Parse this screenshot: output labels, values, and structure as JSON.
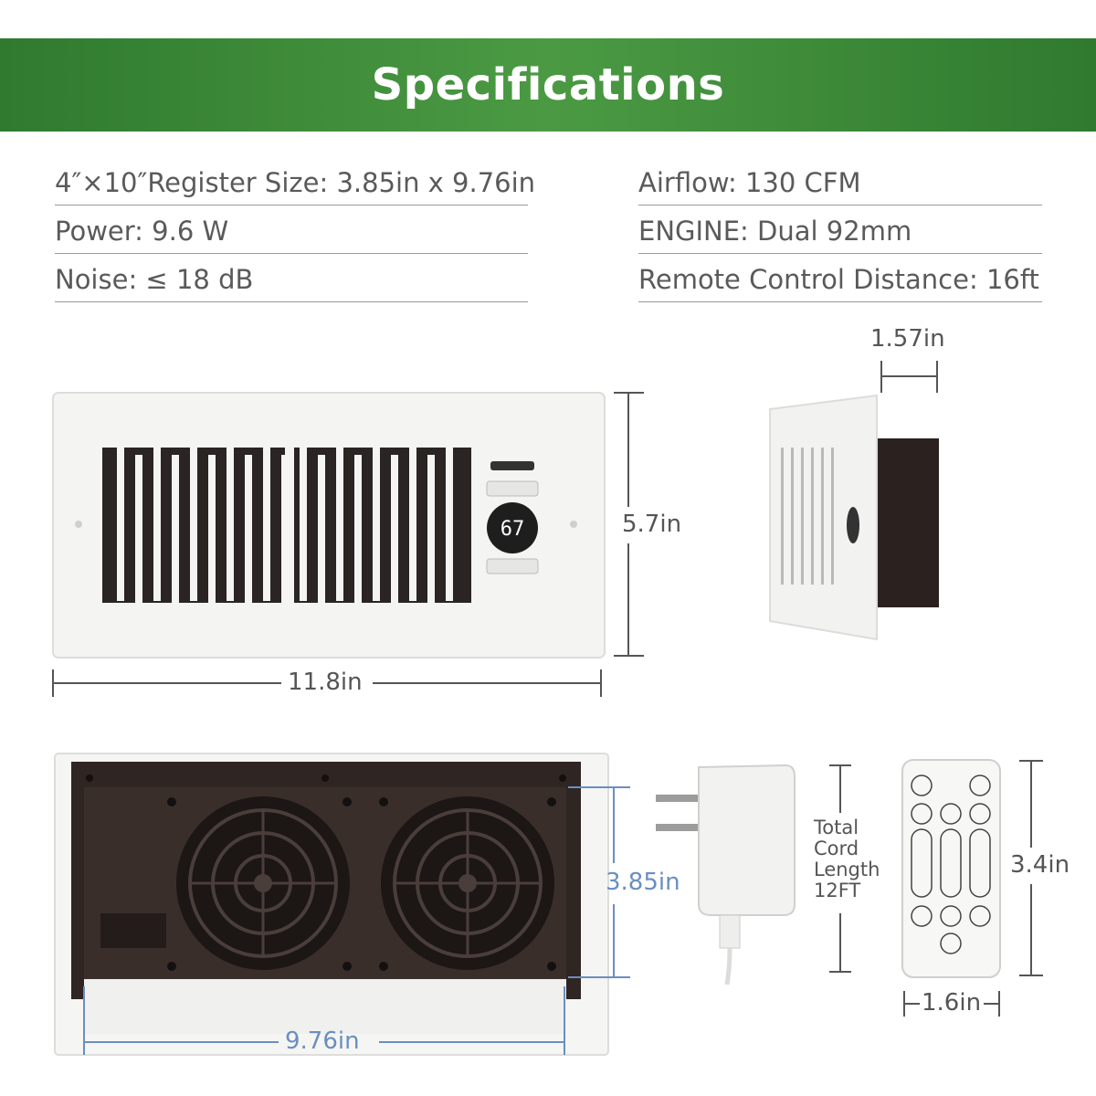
{
  "header": {
    "title": "Specifications",
    "color": "#3d8b37"
  },
  "specs_left": [
    "4″×10″Register Size: 3.85in x 9.76in",
    "Power: 9.6 W",
    "Noise: ≤ 18 dB"
  ],
  "specs_right": [
    "Airflow: 130 CFM",
    "ENGINE: Dual 92mm",
    "Remote Control Distance: 16ft"
  ],
  "dimensions": {
    "vent_width": "11.8in",
    "vent_height": "5.7in",
    "vent_depth": "1.57in",
    "fan_height": "3.85in",
    "fan_width": "9.76in",
    "remote_height": "3.4in",
    "remote_width": "1.6in"
  },
  "cord": {
    "line1": "Total",
    "line2": "Cord",
    "line3": "Length",
    "line4": "12FT"
  },
  "display": {
    "temperature": "67"
  },
  "colors": {
    "fan_housing": "#2f2523",
    "dim_blue": "#6a8fc0",
    "panel": "#f3f3f1"
  }
}
